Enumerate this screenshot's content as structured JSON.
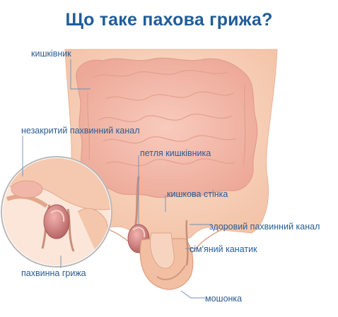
{
  "title": "Що таке пахова грижа?",
  "labels": {
    "intestine": "кишківник",
    "open_canal": "незакритий пахвинний канал",
    "loop": "петля кишківника",
    "wall": "кишкова стінка",
    "healthy_canal": "здоровий пахвинний канал",
    "cord": "сім'яний канатик",
    "hernia": "пахвинна грижа",
    "scrotum": "мошонка"
  },
  "colors": {
    "title": "#1f5c9a",
    "label": "#2a5d93",
    "skin": "#f6cdb4",
    "skin_edge": "#e8aa8e",
    "intestine": "#f0b7a8",
    "hernia_sac": "#c97a7a",
    "leader_line": "#6f8fb4"
  }
}
